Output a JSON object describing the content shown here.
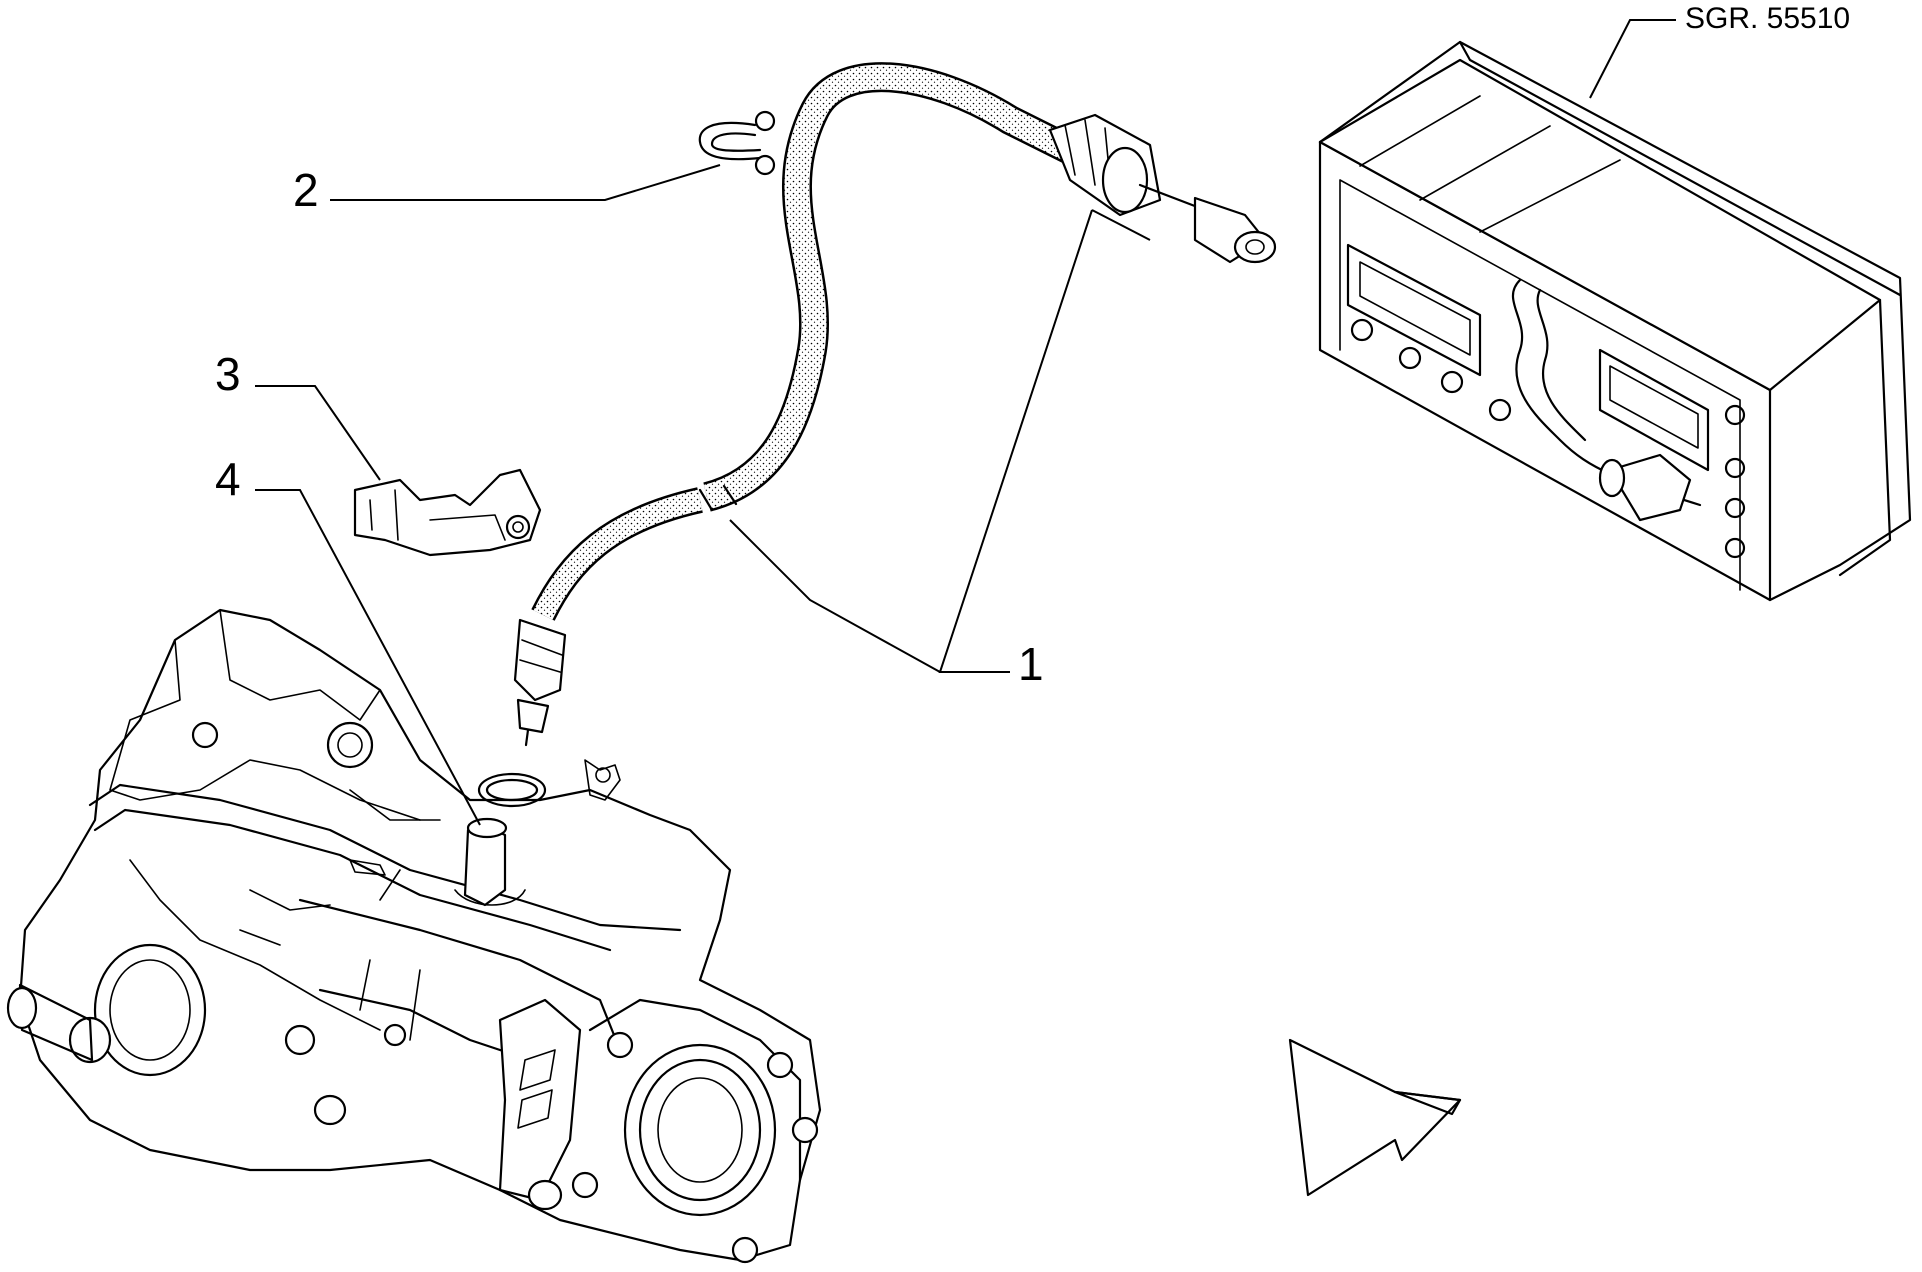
{
  "reference_code": "SGR. 55510",
  "callouts": [
    {
      "id": "1",
      "label": "1"
    },
    {
      "id": "2",
      "label": "2"
    },
    {
      "id": "3",
      "label": "3"
    },
    {
      "id": "4",
      "label": "4"
    }
  ],
  "icons": {
    "direction_arrow": "direction-arrow-icon"
  }
}
